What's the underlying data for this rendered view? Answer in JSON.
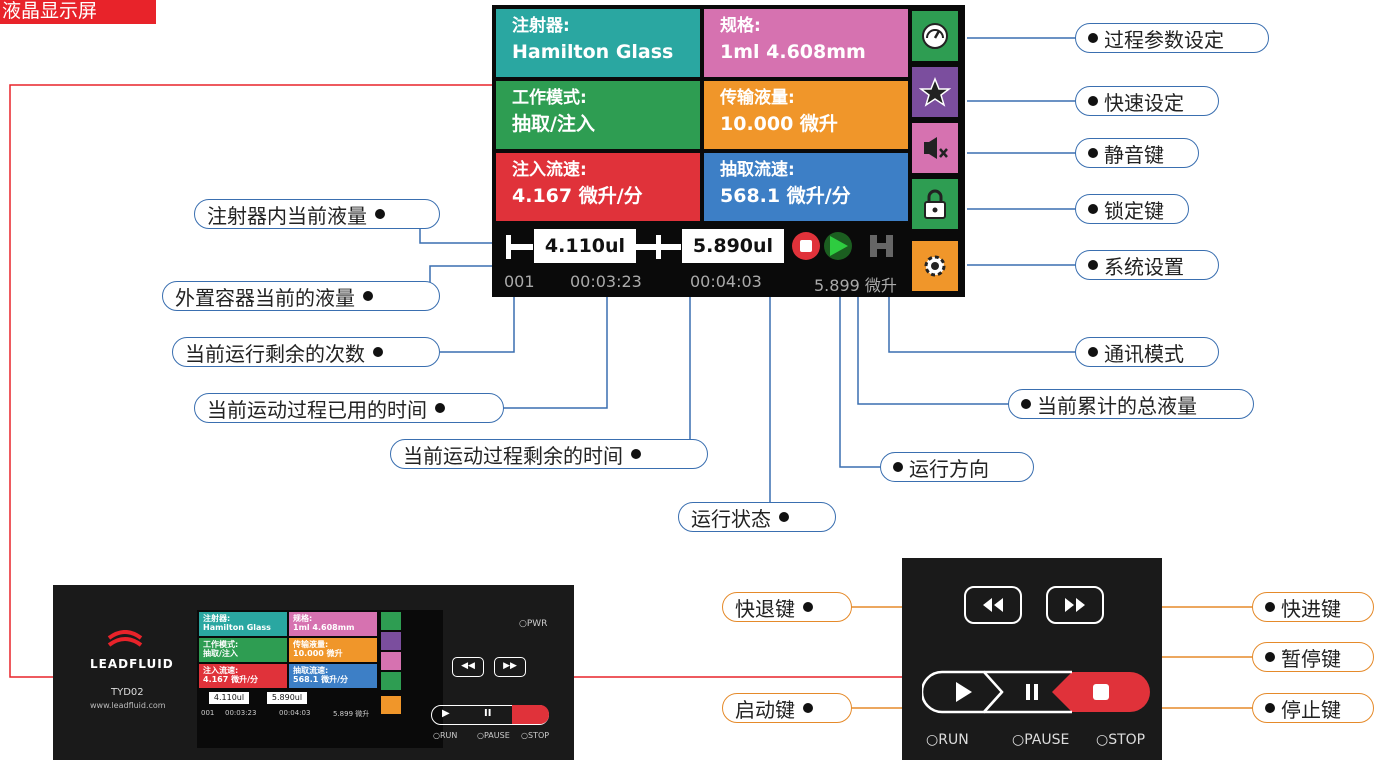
{
  "title": "液晶显示屏",
  "screen": {
    "syringe": {
      "label": "注射器:",
      "value": "Hamilton Glass"
    },
    "spec": {
      "label": "规格:",
      "value": "1ml 4.608mm"
    },
    "mode": {
      "label": "工作模式:",
      "value": "抽取/注入"
    },
    "volume": {
      "label": "传输液量:",
      "value": "10.000  微升"
    },
    "infuse_rate": {
      "label": "注入流速:",
      "value": "4.167  微升/分"
    },
    "withdraw_rate": {
      "label": "抽取流速:",
      "value": "568.1  微升/分"
    },
    "syringe_volume": "4.110ul",
    "external_volume": "5.890ul",
    "count": "001",
    "elapsed": "00:03:23",
    "remaining": "00:04:03",
    "total": "5.899 微升",
    "colors": {
      "teal": "#2aa7a1",
      "pink": "#d672b0",
      "green": "#2e9d52",
      "orange": "#f0962a",
      "red": "#e0323a",
      "blue": "#3d7fc6",
      "purple": "#7b4e9e"
    }
  },
  "callouts_left": {
    "syringe_volume": "注射器内当前液量",
    "external_volume": "外置容器当前的液量",
    "count": "当前运行剩余的次数",
    "elapsed": "当前运动过程已用的时间",
    "remaining": "当前运动过程剩余的时间",
    "status": "运行状态"
  },
  "callouts_right": {
    "process": "过程参数设定",
    "quick": "快速设定",
    "mute": "静音键",
    "lock": "锁定键",
    "system": "系统设置",
    "comm": "通讯模式",
    "total": "当前累计的总液量",
    "direction": "运行方向"
  },
  "device": {
    "brand": "LEADFLUID",
    "model": "TYD02",
    "url": "www.leadfluid.com",
    "pwr": "PWR",
    "run": "RUN",
    "pause": "PAUSE",
    "stop": "STOP"
  },
  "buttons": {
    "rewind": "快退键",
    "forward": "快进键",
    "pause": "暂停键",
    "start": "启动键",
    "stop": "停止键"
  },
  "zoom": {
    "run": "RUN",
    "pause": "PAUSE",
    "stop": "STOP"
  }
}
